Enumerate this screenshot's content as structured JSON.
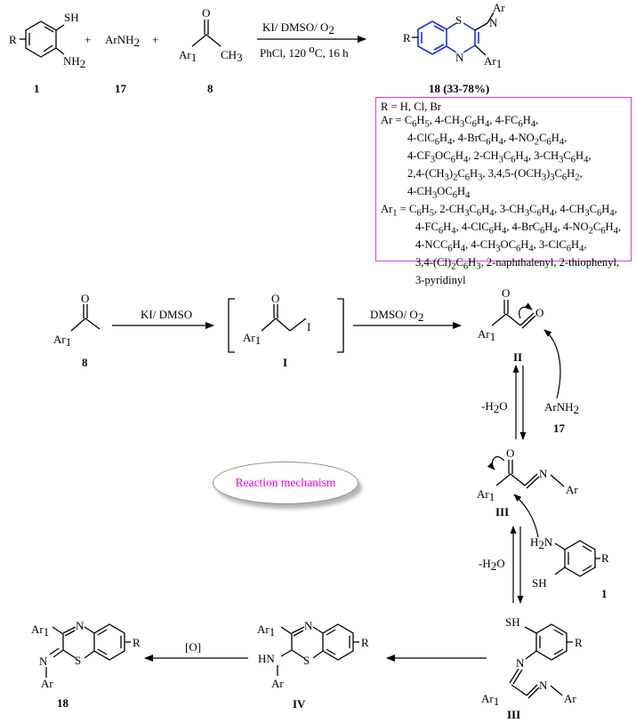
{
  "labels": {
    "cpd1": "1",
    "cpd17": "17",
    "cpd8": "8",
    "cpd18_yield": "18 (33-78%)",
    "cpd8_mech": "8",
    "int_I": "I",
    "int_II": "II",
    "cpd17_mech": "17",
    "int_III_a": "III",
    "cpd1_mech": "1",
    "int_III_b": "III",
    "int_IV": "IV",
    "cpd18_final": "18"
  },
  "conditions": {
    "main_top": "KI/ DMSO/ O2",
    "main_bottom": "PhCl, 120 oC, 16 h",
    "step1": "KI/ DMSO",
    "step2": "DMSO/ O2",
    "water_loss_1": "-H2O",
    "water_loss_2": "-H2O",
    "oxidation": "[O]"
  },
  "mechanism_title": "Reaction mechanism",
  "scope": {
    "r_line": "R = H, Cl, Br",
    "ar_lines": [
      "Ar = C6H5, 4-CH3C6H4, 4-FC6H4,",
      "4-ClC6H4, 4-BrC6H4, 4-NO2C6H4,",
      "4-CF3OC6H4, 2-CH3C6H4, 3-CH3C6H4,",
      "2,4-(CH3)2C6H3, 3,4,5-(OCH3)3C6H2,",
      "4-CH3OC6H4"
    ],
    "ar1_lines": [
      "Ar1 = C6H5, 2-CH3C6H4, 3-CH3C6H4, 4-CH3C6H4,",
      "4-FC6H4, 4-ClC6H4, 4-BrC6H4, 4-NO2C6H4,",
      "4-NCC6H4, 4-CH3OC6H4, 3-ClC6H4,",
      "3,4-(Cl)2C6H3, 2-naphthalenyl, 2-thiophenyl,",
      "3-pyridinyl"
    ]
  },
  "atoms": {
    "plus": "+",
    "arnh2": "ArNH2",
    "sh": "SH",
    "nh2": "NH2",
    "h2n": "H2N",
    "r": "R",
    "o": "O",
    "ch3": "CH3",
    "ar1": "Ar1",
    "ar": "Ar",
    "s": "S",
    "n": "N",
    "i": "I",
    "hn": "HN"
  }
}
